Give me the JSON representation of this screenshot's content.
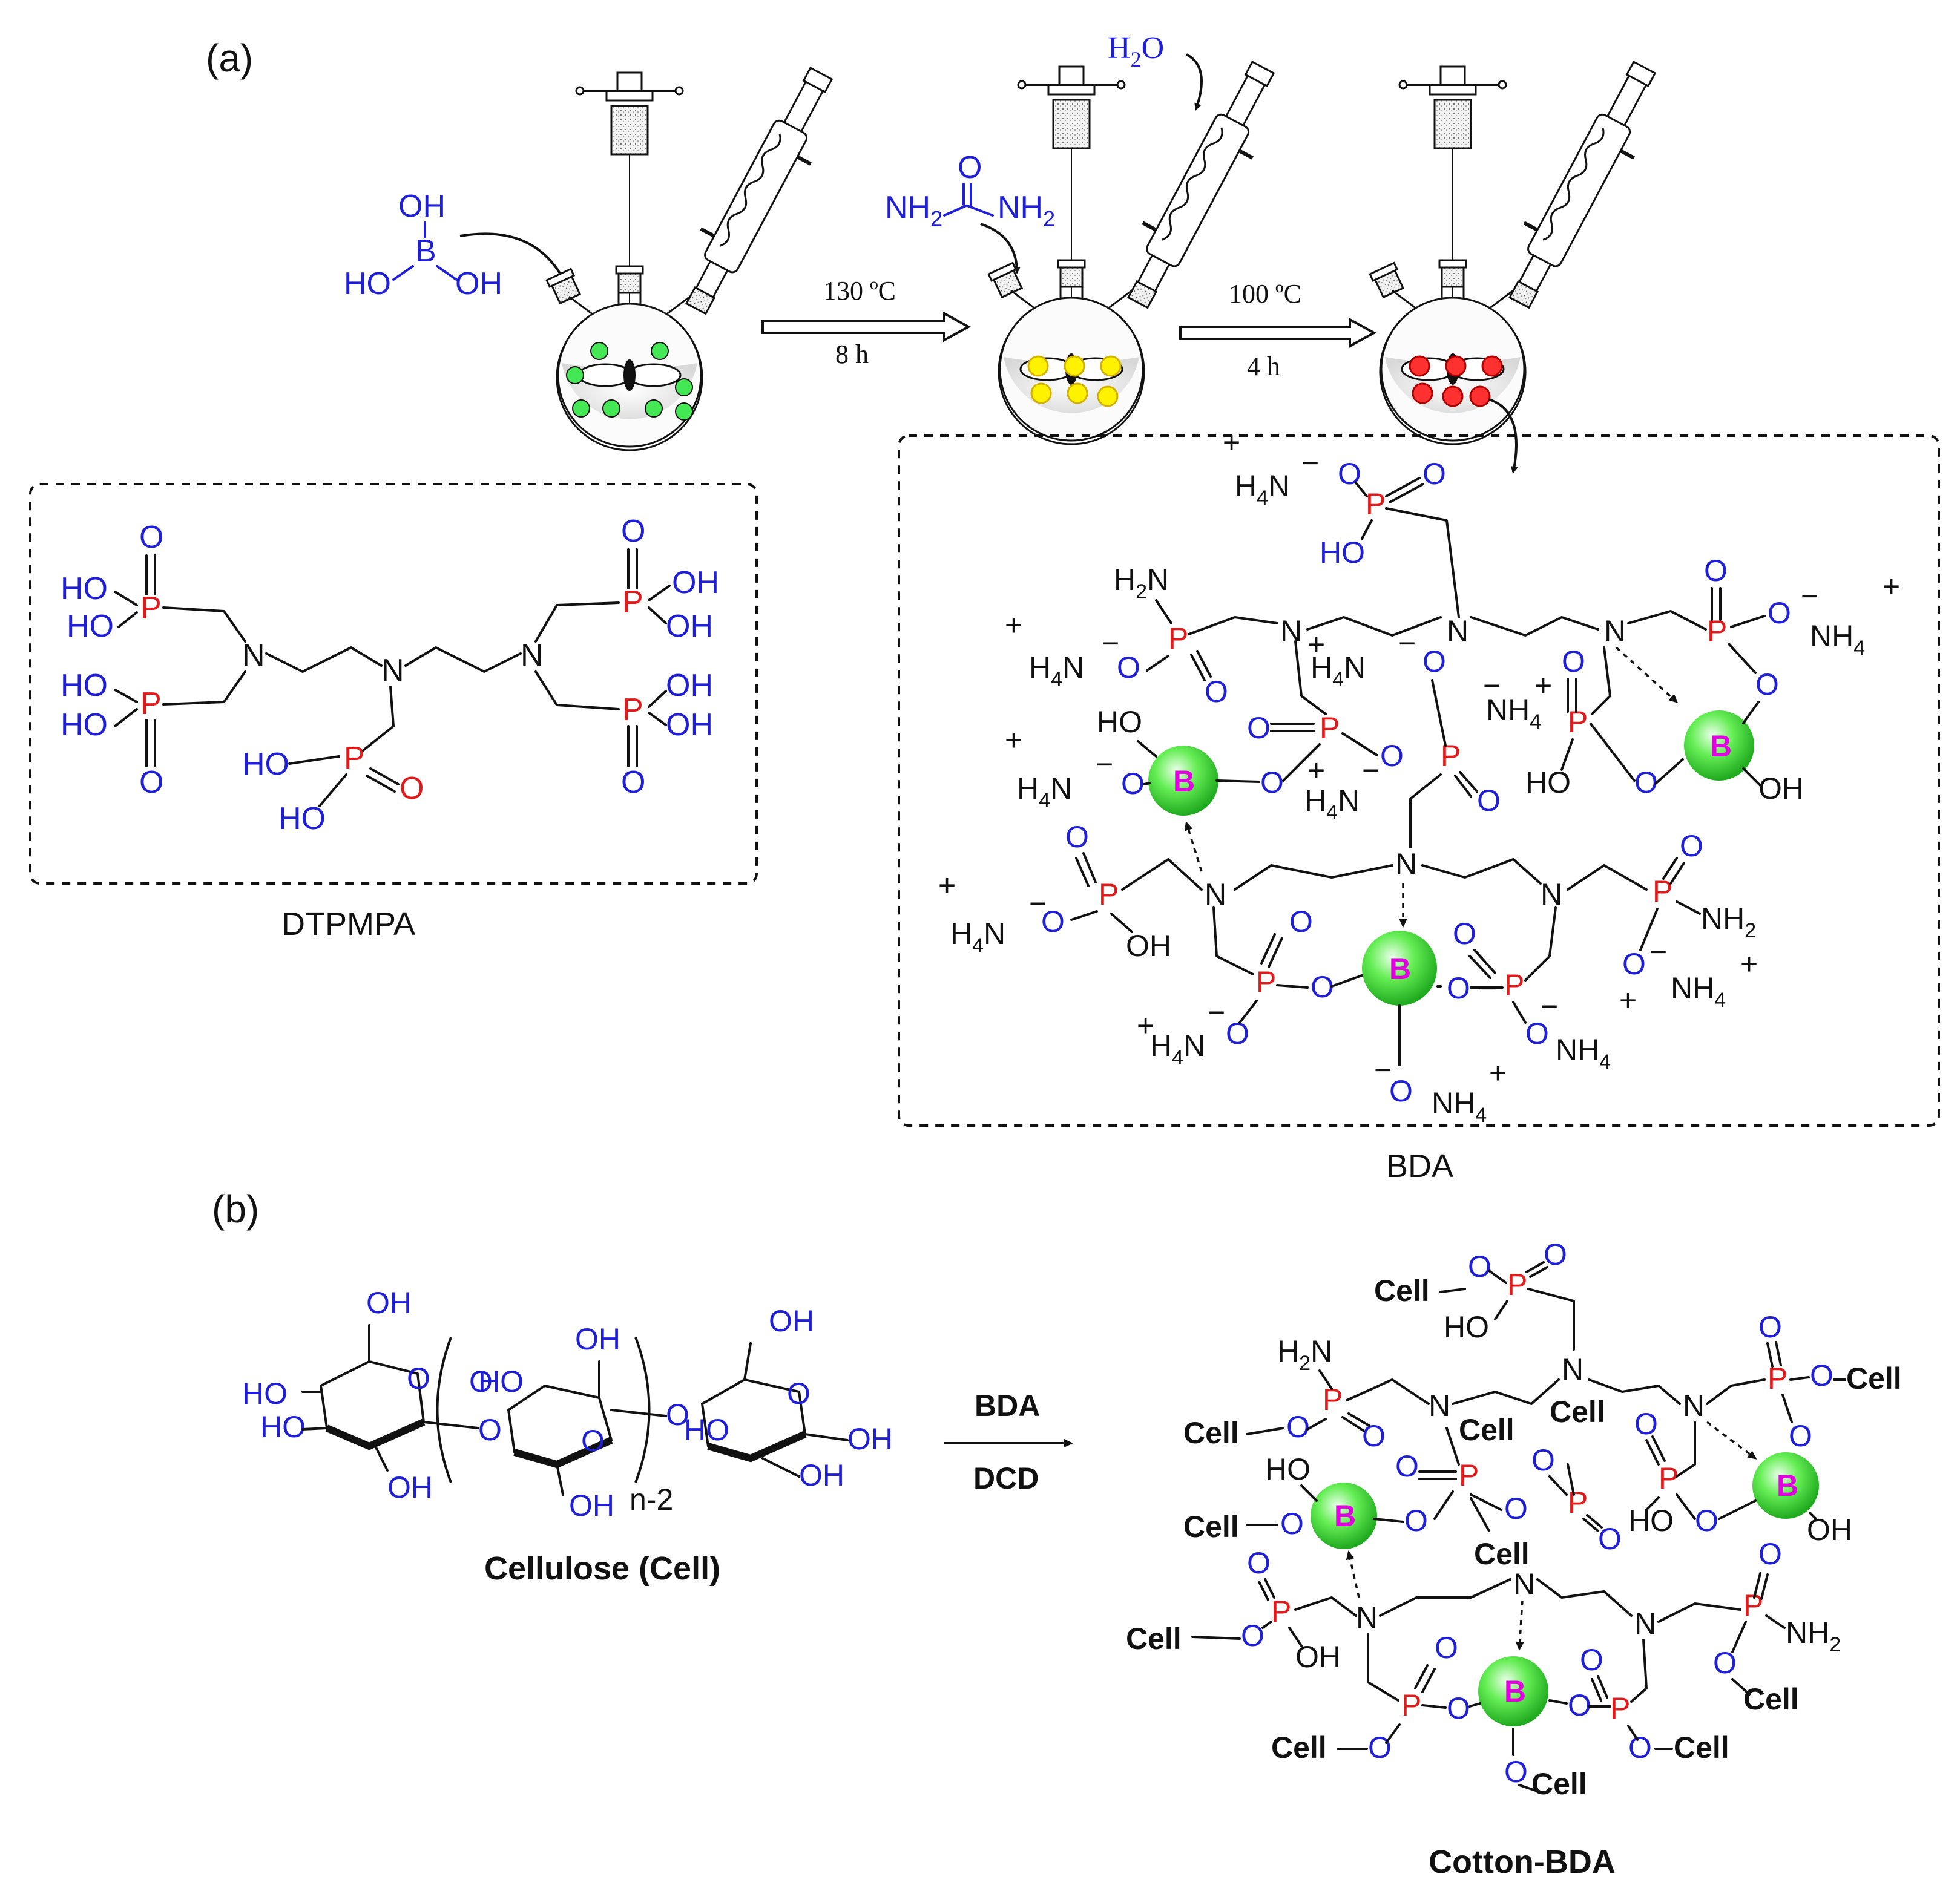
{
  "panel_a": {
    "label": "(a)",
    "boric_acid": {
      "oh_top": "OH",
      "b": "B",
      "ho_left": "HO",
      "oh_right": "OH"
    },
    "urea": {
      "nh2_left": "NH",
      "nh2_right": "NH",
      "sub2": "2",
      "o": "O"
    },
    "water": {
      "h": "H",
      "sub2": "2",
      "o": "O"
    },
    "step1": {
      "temp": "130 ºC",
      "time": "8 h"
    },
    "step2": {
      "temp": "100 ºC",
      "time": "4 h"
    },
    "dtpmpa_caption": "DTPMPA",
    "bda_caption": "BDA",
    "flask_colors": {
      "green": "#33e04a",
      "yellow": "#fff000",
      "red": "#ff2a2a",
      "sphere_green": "#4ee84a"
    }
  },
  "panel_b": {
    "label": "(b)",
    "reagent_top": "BDA",
    "reagent_bottom": "DCD",
    "cellulose_caption": "Cellulose (Cell)",
    "product_caption": "Cotton-BDA",
    "repeat_index": "n-2",
    "cell_group": "Cell"
  },
  "atoms": {
    "P": "P",
    "O": "O",
    "N": "N",
    "B": "B",
    "OH": "OH",
    "HO": "HO",
    "NH4": "NH",
    "H4N": "H",
    "NH2": "NH",
    "H2N": "H",
    "sub4": "4",
    "sub2": "2",
    "plus": "+",
    "minus": "−",
    "N_glyph": "N"
  }
}
